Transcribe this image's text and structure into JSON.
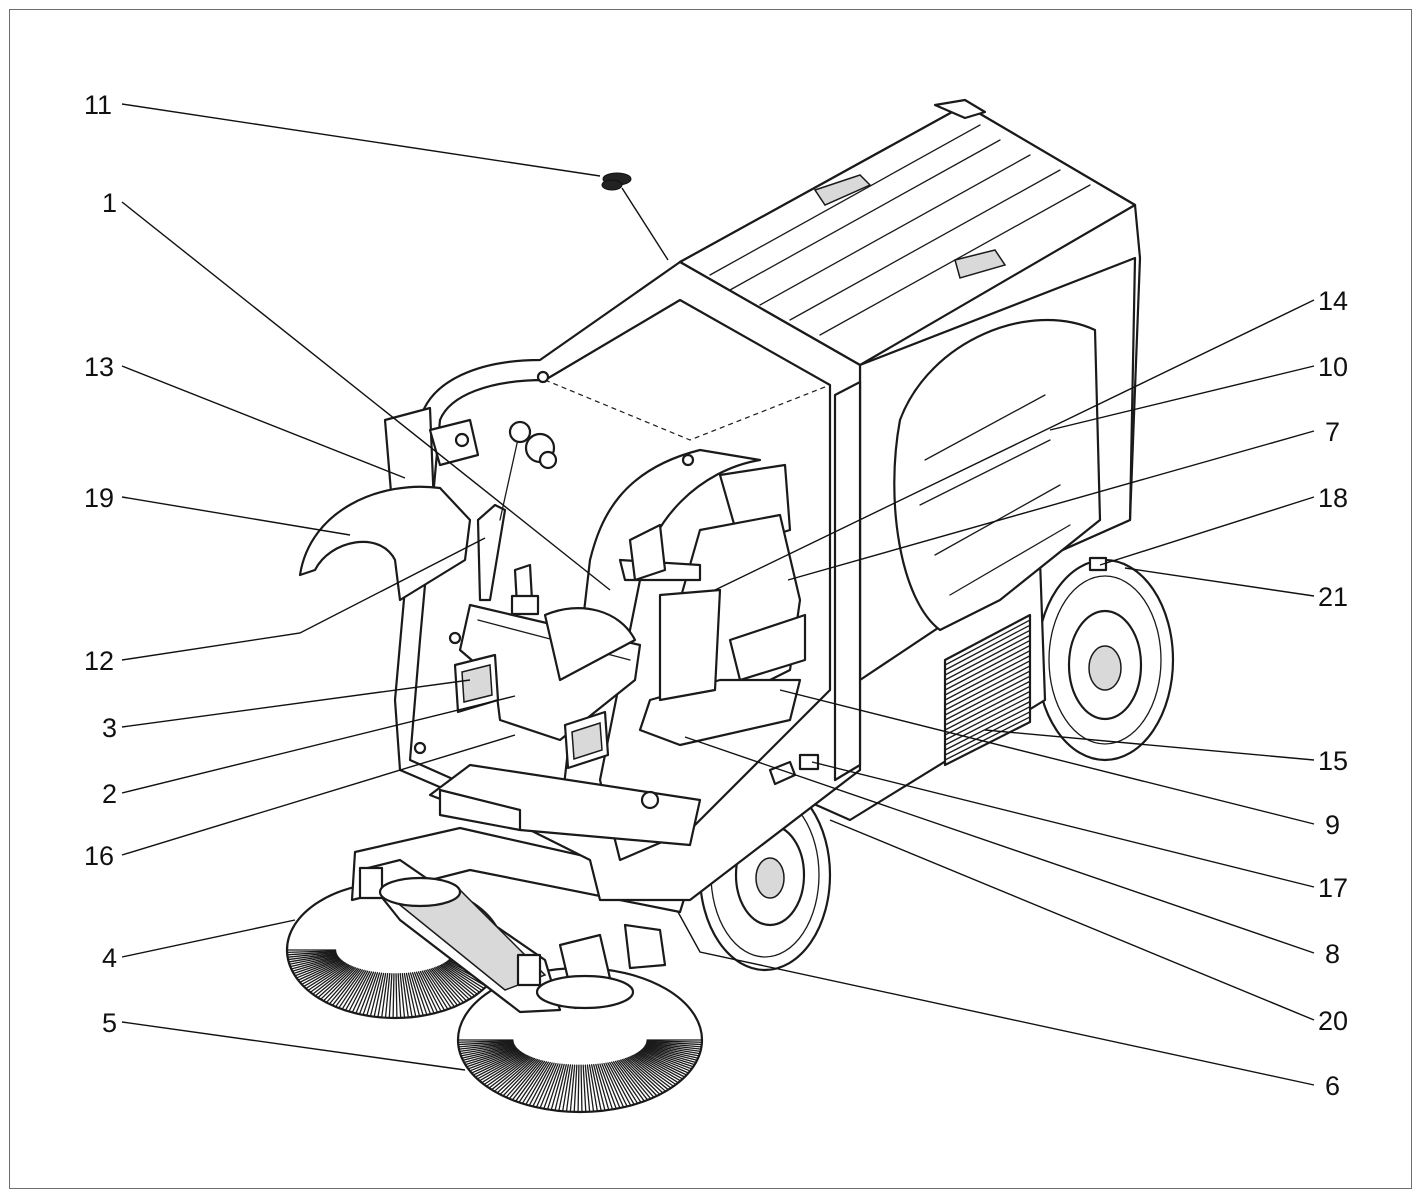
{
  "figure": {
    "callouts": [
      {
        "id": "11",
        "label": "11"
      },
      {
        "id": "1",
        "label": "1"
      },
      {
        "id": "13",
        "label": "13"
      },
      {
        "id": "19",
        "label": "19"
      },
      {
        "id": "12",
        "label": "12"
      },
      {
        "id": "3",
        "label": "3"
      },
      {
        "id": "2",
        "label": "2"
      },
      {
        "id": "16",
        "label": "16"
      },
      {
        "id": "4",
        "label": "4"
      },
      {
        "id": "5",
        "label": "5"
      },
      {
        "id": "14",
        "label": "14"
      },
      {
        "id": "10",
        "label": "10"
      },
      {
        "id": "7",
        "label": "7"
      },
      {
        "id": "18",
        "label": "18"
      },
      {
        "id": "21",
        "label": "21"
      },
      {
        "id": "15",
        "label": "15"
      },
      {
        "id": "9",
        "label": "9"
      },
      {
        "id": "17",
        "label": "17"
      },
      {
        "id": "8",
        "label": "8"
      },
      {
        "id": "20",
        "label": "20"
      },
      {
        "id": "6",
        "label": "6"
      }
    ]
  }
}
